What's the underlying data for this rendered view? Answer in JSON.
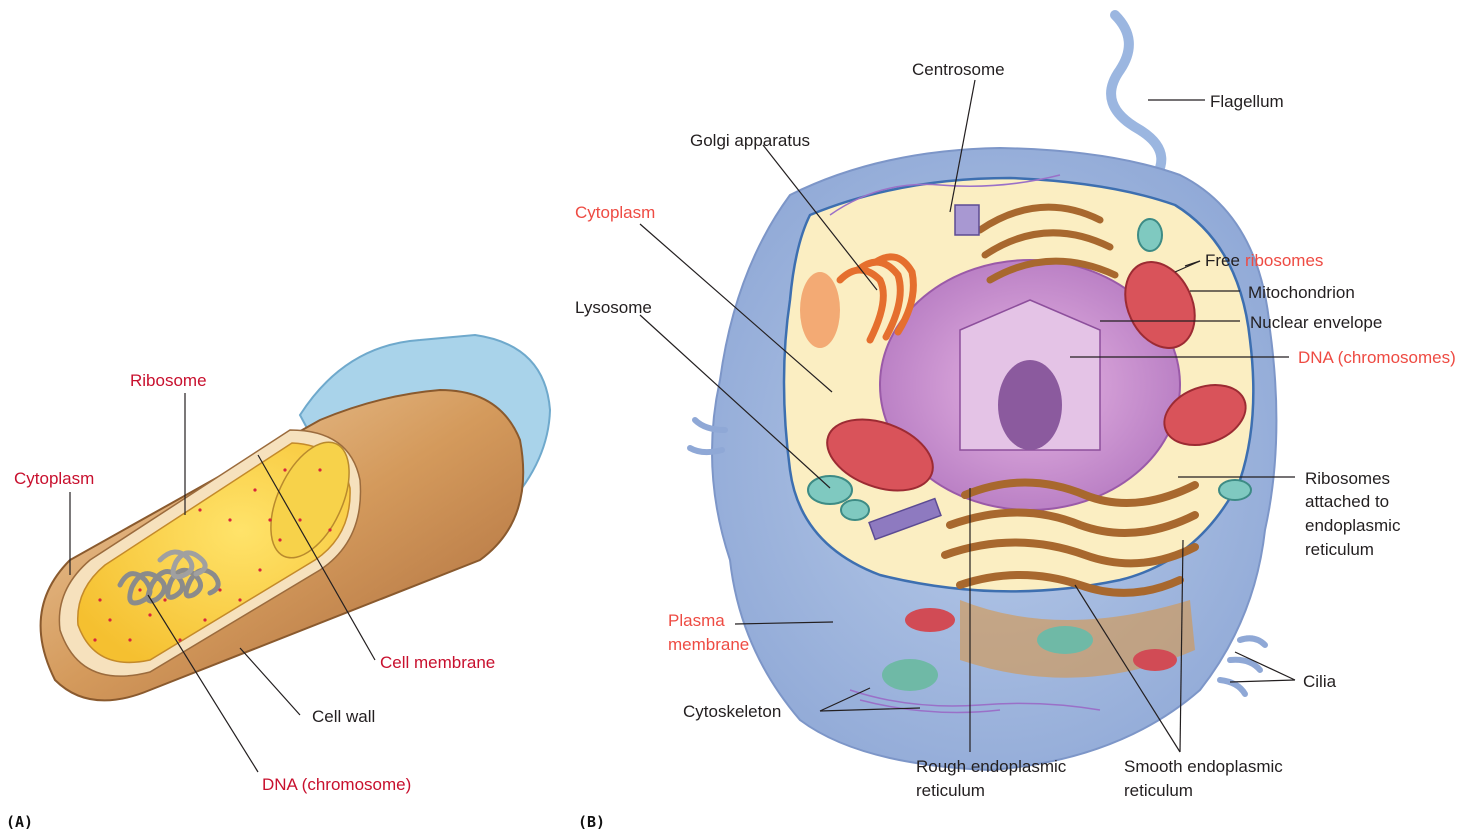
{
  "panels": {
    "a": "(A)",
    "b": "(B)"
  },
  "labels_a": {
    "cytoplasm": "Cytoplasm",
    "ribosome": "Ribosome",
    "cell_membrane": "Cell membrane",
    "cell_wall": "Cell wall",
    "dna": "DNA (chromosome)"
  },
  "labels_b": {
    "centrosome": "Centrosome",
    "flagellum": "Flagellum",
    "golgi": "Golgi apparatus",
    "cytoplasm": "Cytoplasm",
    "free": "Free",
    "ribosomes": "ribosomes",
    "mitochondrion": "Mitochondrion",
    "lysosome": "Lysosome",
    "nuclear_envelope": "Nuclear envelope",
    "dna": "DNA (chromosomes)",
    "er_ribosomes_1": "Ribosomes",
    "er_ribosomes_2": "attached to",
    "er_ribosomes_3": "endoplasmic",
    "er_ribosomes_4": "reticulum",
    "plasma_1": "Plasma",
    "plasma_2": "membrane",
    "cilia": "Cilia",
    "cytoskeleton": "Cytoskeleton",
    "rough_er_1": "Rough endoplasmic",
    "rough_er_2": "reticulum",
    "smooth_er_1": "Smooth endoplasmic",
    "smooth_er_2": "reticulum"
  },
  "colors": {
    "red_label": "#c8102e",
    "salmon_label": "#ee4b43",
    "text": "#231f20"
  }
}
